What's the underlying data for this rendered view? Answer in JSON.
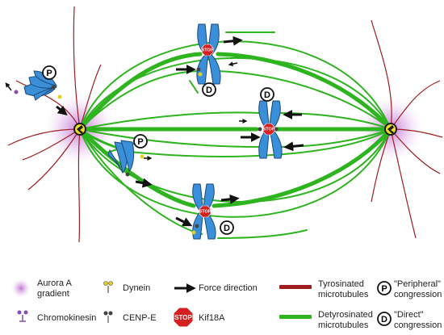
{
  "spindle": {
    "pole_left_label": "",
    "pole_right_label": ""
  },
  "kinetochore_badges": [
    {
      "letter": "P"
    },
    {
      "letter": "P"
    },
    {
      "letter": "D"
    },
    {
      "letter": "D"
    },
    {
      "letter": "D"
    }
  ],
  "stop_signs": [
    "STOP",
    "STOP",
    "STOP"
  ],
  "legend": {
    "aurora": "Aurora A\ngradient",
    "chromokinesin": "Chromokinesin",
    "dynein": "Dynein",
    "cenpe": "CENP-E",
    "force": "Force direction",
    "kif18a": "Kif18A",
    "kif18a_stop": "STOP",
    "tyrosinated": "Tyrosinated\nmicrotubules",
    "detyrosinated": "Detyrosinated\nmicrotubules",
    "peripheral_letter": "P",
    "peripheral": "\"Peripheral\"\ncongression",
    "direct_letter": "D",
    "direct": "\"Direct\"\ncongression"
  },
  "colors": {
    "detyrosinated_green": "#2db41e",
    "tyrosinated_red": "#a01e1e",
    "chromosome_blue": "#3a8fd8",
    "aurora_purple": "#c88ad8",
    "stop_red": "#d42020"
  }
}
